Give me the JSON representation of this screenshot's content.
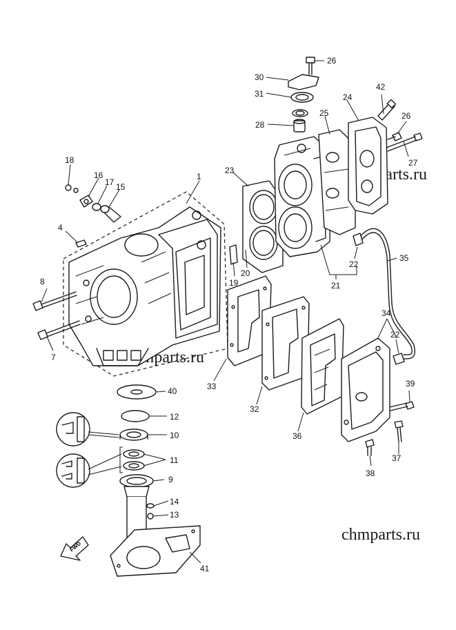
{
  "watermarks": [
    "chmparts.ru",
    "chmparts.ru",
    "chmparts.ru"
  ],
  "fwd_label": "FWD",
  "callouts": [
    "1",
    "4",
    "7",
    "8",
    "9",
    "10",
    "11",
    "12",
    "13",
    "14",
    "15",
    "16",
    "17",
    "18",
    "19",
    "20",
    "21",
    "22",
    "22",
    "22",
    "23",
    "24",
    "25",
    "26",
    "26",
    "27",
    "28",
    "30",
    "31",
    "32",
    "33",
    "34",
    "35",
    "36",
    "37",
    "38",
    "39",
    "40",
    "41",
    "42"
  ]
}
